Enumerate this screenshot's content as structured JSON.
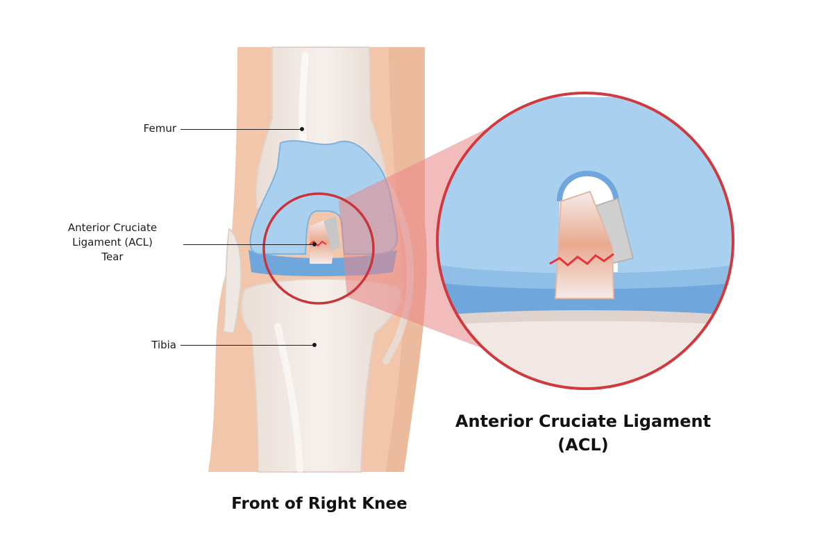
{
  "labels": {
    "femur": "Femur",
    "acl_tear_line1": "Anterior Cruciate",
    "acl_tear_line2": "Ligament (ACL)",
    "acl_tear_line3": "Tear",
    "tibia": "Tibia"
  },
  "titles": {
    "zoom_line1": "Anterior Cruciate Ligament",
    "zoom_line2": "(ACL)",
    "knee": "Front of Right Knee"
  },
  "colors": {
    "skin": "#f2c6aa",
    "bone": "#f2ebe6",
    "cartilage": "#a9d0ee",
    "cartilage_dark": "#6fa6dc",
    "magnifier_ring": "#d0393e",
    "magnifier_cone": "#e98585",
    "ligament": "#ecc6b7",
    "tear": "#e8323a"
  }
}
